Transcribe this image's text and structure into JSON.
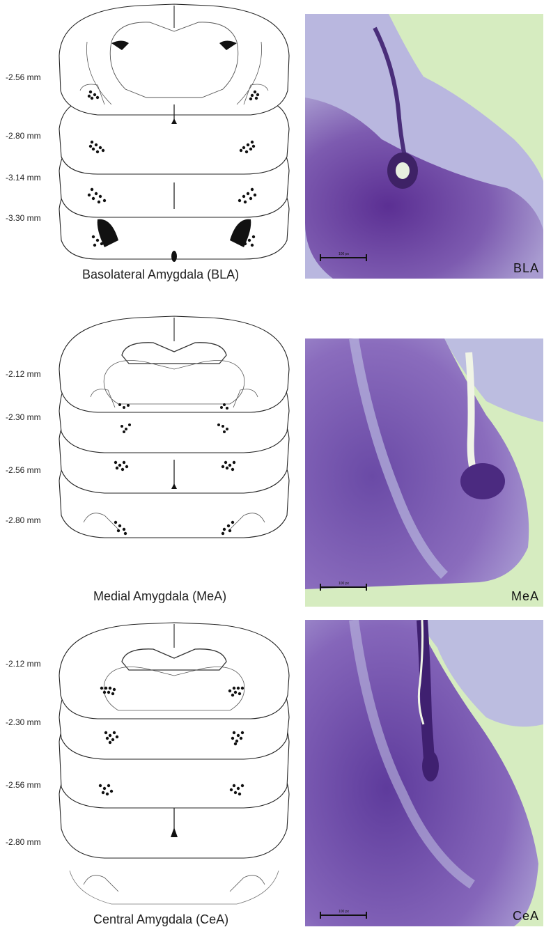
{
  "panels": [
    {
      "caption": "Basolateral Amygdala (BLA)",
      "levels": [
        "-2.56 mm",
        "-2.80 mm",
        "-3.14 mm",
        "-3.30 mm"
      ],
      "photo_label": "BLA",
      "scale_bar_label": "100 px"
    },
    {
      "caption": "Medial Amygdala (MeA)",
      "levels": [
        "-2.12 mm",
        "-2.30 mm",
        "-2.56 mm",
        "-2.80 mm"
      ],
      "photo_label": "MeA",
      "scale_bar_label": "100 px"
    },
    {
      "caption": "Central Amygdala (CeA)",
      "levels": [
        "-2.12 mm",
        "-2.30 mm",
        "-2.56 mm",
        "-2.80 mm"
      ],
      "photo_label": "CeA",
      "scale_bar_label": "100 px"
    }
  ],
  "colors": {
    "stain_purple": "#6b3f9e",
    "stain_light": "#c9c8e6",
    "background_green": "#d6ecc0",
    "outline": "#222222"
  }
}
